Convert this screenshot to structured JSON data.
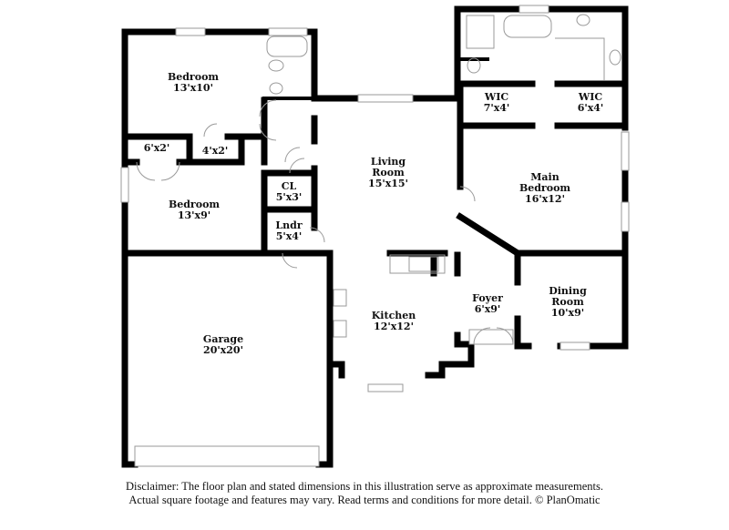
{
  "rooms": {
    "bedroom_nw": {
      "name": "Bedroom",
      "dims": "13'x10'"
    },
    "closet_6x2": {
      "dims": "6'x2'"
    },
    "closet_4x2": {
      "dims": "4'x2'"
    },
    "bedroom_w": {
      "name": "Bedroom",
      "dims": "13'x9'"
    },
    "cl": {
      "name": "CL",
      "dims": "5'x3'"
    },
    "laundry": {
      "name": "Lndr",
      "dims": "5'x4'"
    },
    "living": {
      "name1": "Living",
      "name2": "Room",
      "dims": "15'x15'"
    },
    "wic1": {
      "name": "WIC",
      "dims": "7'x4'"
    },
    "wic2": {
      "name": "WIC",
      "dims": "6'x4'"
    },
    "main_bedroom": {
      "name1": "Main",
      "name2": "Bedroom",
      "dims": "16'x12'"
    },
    "garage": {
      "name": "Garage",
      "dims": "20'x20'"
    },
    "kitchen": {
      "name": "Kitchen",
      "dims": "12'x12'"
    },
    "foyer": {
      "name": "Foyer",
      "dims": "6'x9'"
    },
    "dining": {
      "name1": "Dining",
      "name2": "Room",
      "dims": "10'x9'"
    }
  },
  "disclaimer": {
    "line1": "Disclaimer: The floor plan and stated dimensions in this illustration serve as approximate measurements.",
    "line2": "Actual square footage and features may vary. Read terms and conditions for more detail. © PlanOmatic"
  }
}
